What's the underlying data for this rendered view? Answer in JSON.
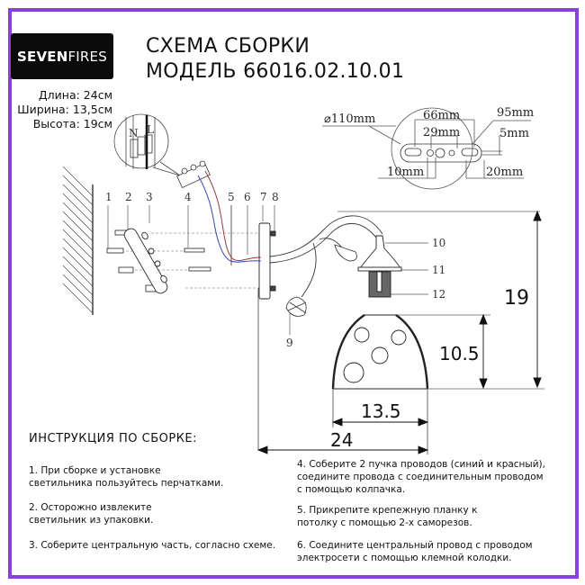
{
  "brand": {
    "logo_bold": "SEVEN",
    "logo_light": "FIRES"
  },
  "header": {
    "title_line1": "СХЕМА СБОРКИ",
    "title_line2": "МОДЕЛЬ 66016.02.10.01"
  },
  "dimensions_text": {
    "length": "Длина: 24см",
    "width": "Ширина: 13,5см",
    "height": "Высота: 19см"
  },
  "mounting_plate_detail": {
    "diameter": "⌀110mm",
    "hole_span_outer": "66mm",
    "hole_span_inner": "29mm",
    "slot_length": "95mm",
    "slot_width": "5mm",
    "left_offset": "10mm",
    "right_offset": "20mm"
  },
  "terminal_detail": {
    "neutral_label": "N",
    "live_label": "L"
  },
  "part_numbers": [
    "1",
    "2",
    "3",
    "4",
    "5",
    "6",
    "7",
    "8",
    "9",
    "10",
    "11",
    "12"
  ],
  "overall_dimensions": {
    "height_total": "19",
    "shade_height": "10.5",
    "shade_width": "13.5",
    "total_length": "24"
  },
  "instructions": {
    "title": "ИНСТРУКЦИЯ ПО СБОРКЕ:",
    "steps": [
      {
        "line1": "1. При сборке и установке",
        "line2": "светильника пользуйтесь перчатками.",
        "line3": ""
      },
      {
        "line1": "2. Осторожно извлеките",
        "line2": "светильник из упаковки.",
        "line3": ""
      },
      {
        "line1": "3. Соберите центральную часть, согласно схеме.",
        "line2": "",
        "line3": ""
      },
      {
        "line1": "4. Соберите 2 пучка проводов (синий и красный),",
        "line2": "соедините провода с соединительным проводом",
        "line3": "с помощью колпачка."
      },
      {
        "line1": "5. Прикрепите крепежную планку к",
        "line2": "потолку с помощью 2-х саморезов.",
        "line3": ""
      },
      {
        "line1": "6. Соедините центральный провод с проводом",
        "line2": "электросети с помощью клемной колодки.",
        "line3": ""
      }
    ]
  },
  "colors": {
    "frame": "#8a3fe0",
    "logo_bg": "#0b0b0b",
    "wire_blue": "#3a46b0",
    "wire_red": "#9b3a3a"
  }
}
